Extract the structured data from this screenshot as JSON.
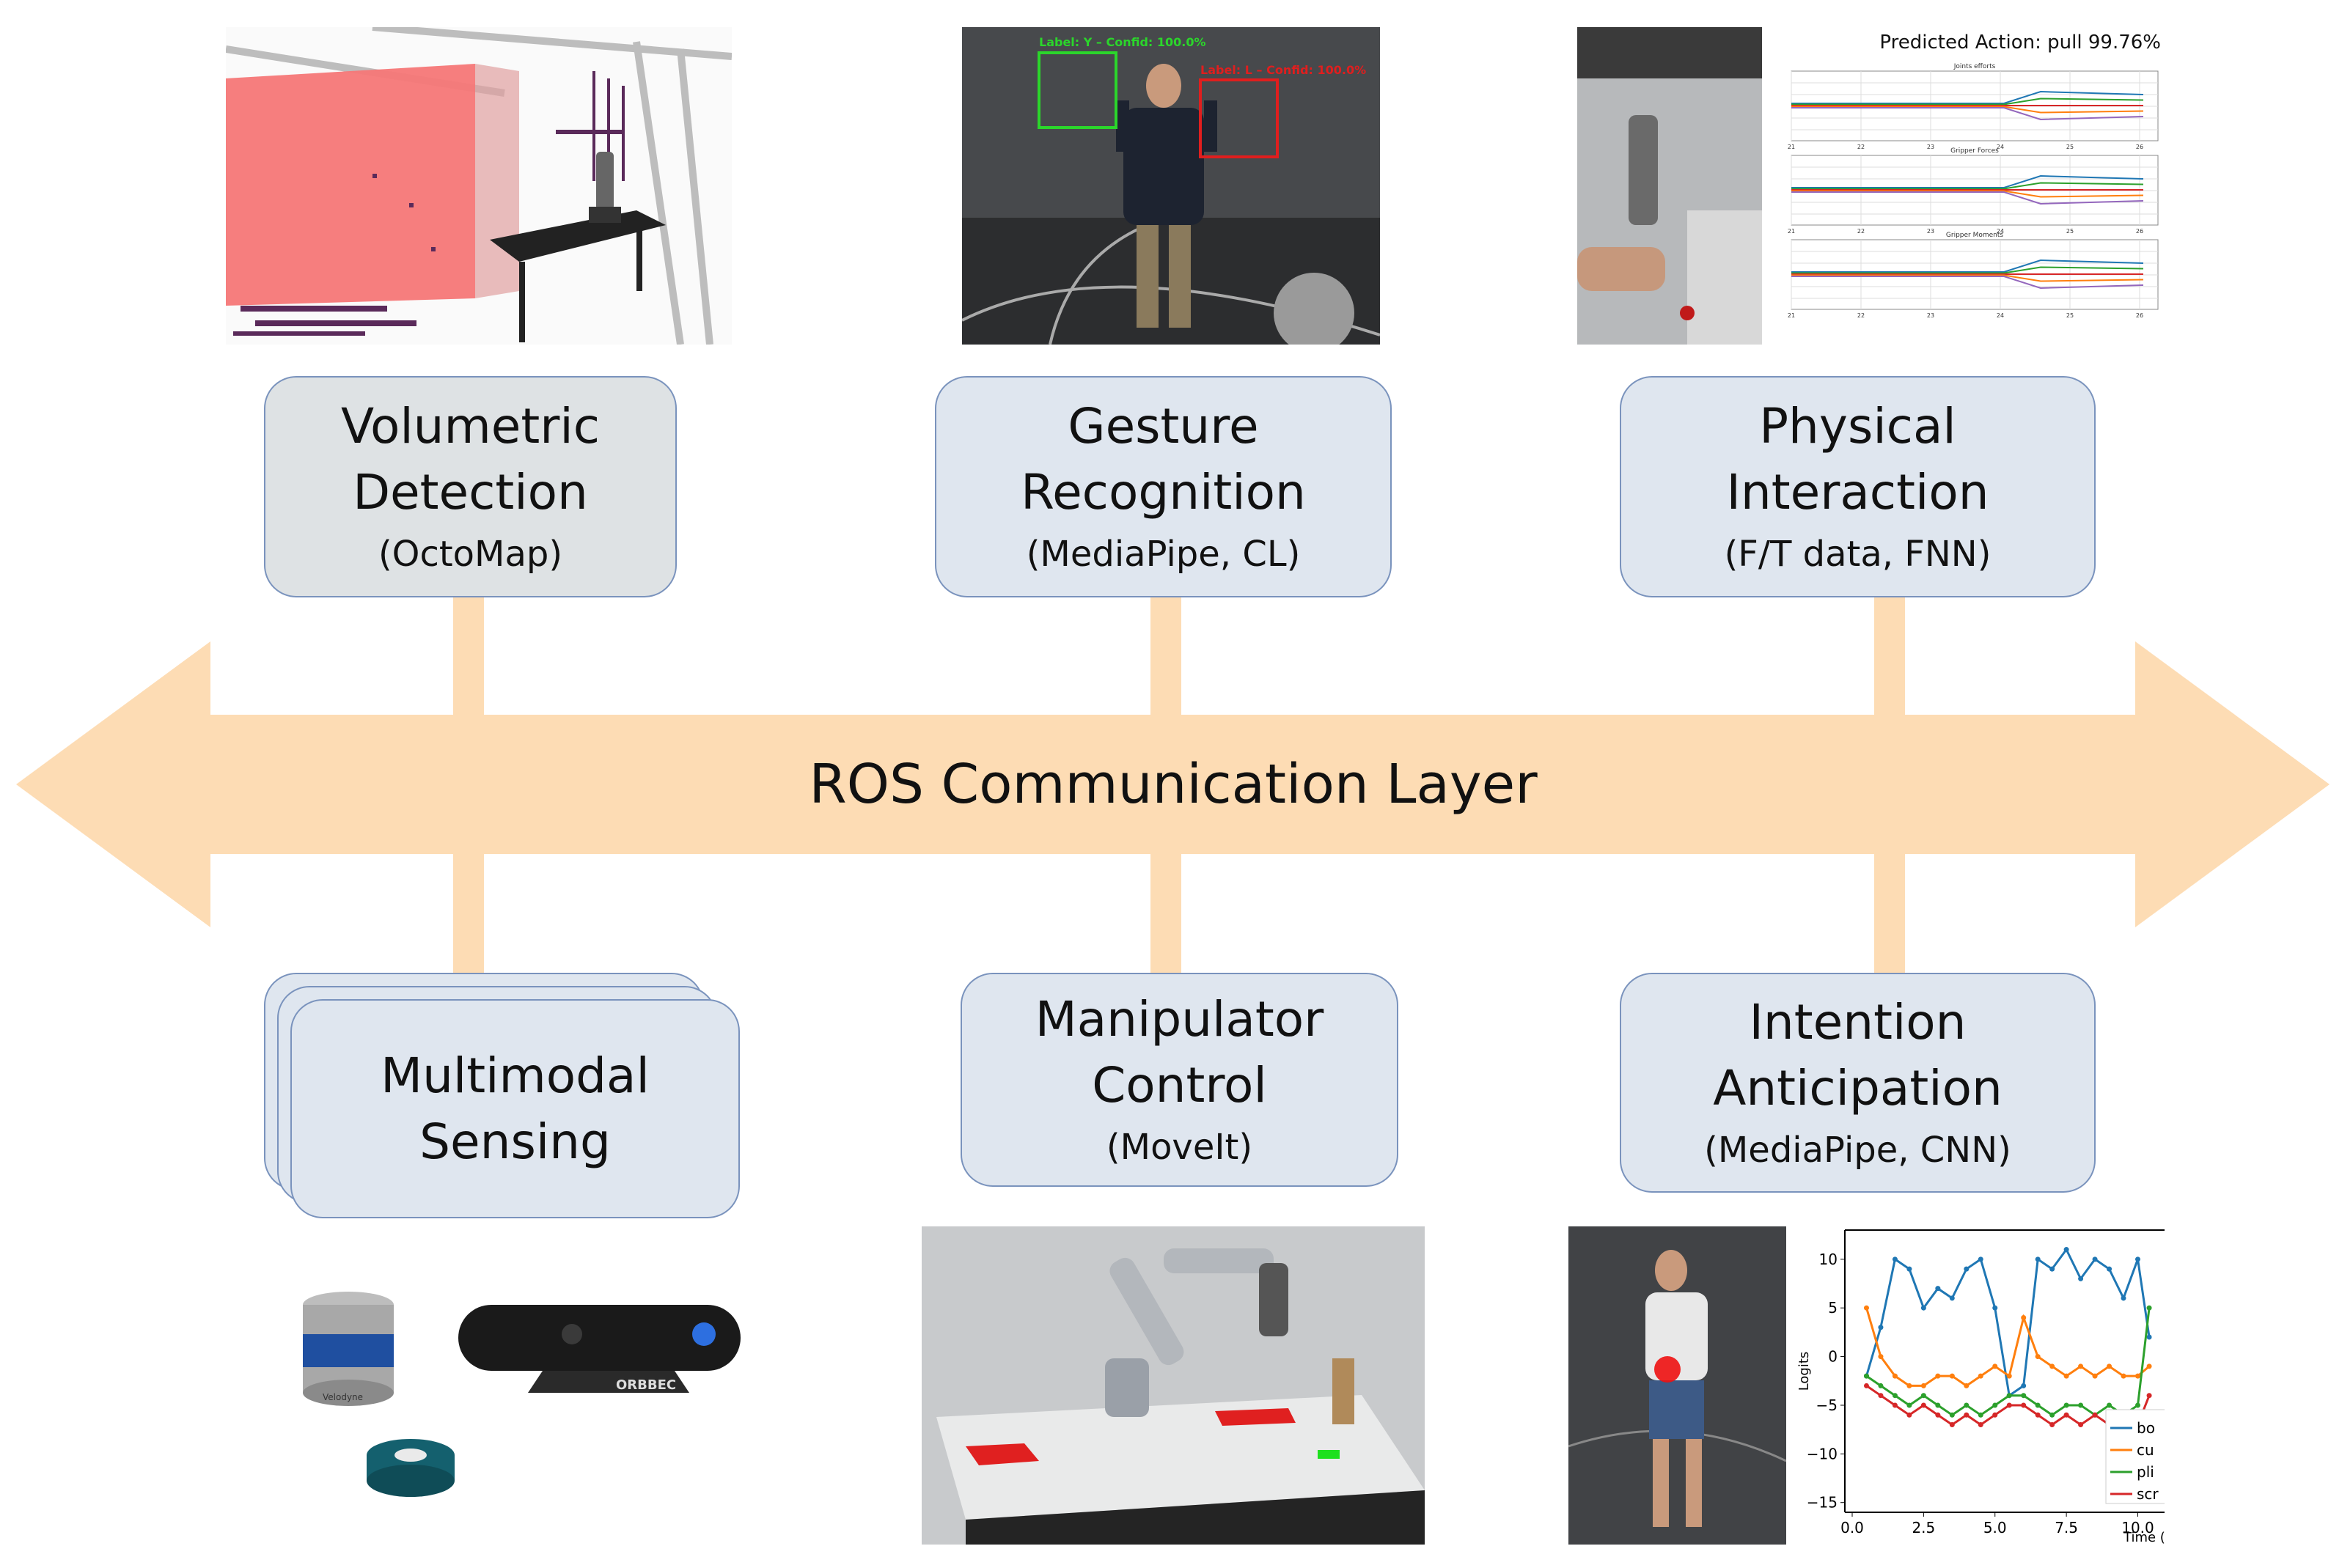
{
  "colors": {
    "arrow": "#fddcb4",
    "box_fill": "#dfe6ef",
    "box_fill_gray": "#dee2e4",
    "box_border": "#7a93bd"
  },
  "center_arrow": {
    "label": "ROS Communication Layer"
  },
  "modules_top": [
    {
      "title_l1": "Volumetric",
      "title_l2": "Detection",
      "subtitle": "(OctoMap)"
    },
    {
      "title_l1": "Gesture",
      "title_l2": "Recognition",
      "subtitle": "(MediaPipe, CL)"
    },
    {
      "title_l1": "Physical",
      "title_l2": "Interaction",
      "subtitle": "(F/T data, FNN)"
    }
  ],
  "modules_bottom": [
    {
      "title_l1": "Multimodal",
      "title_l2": "Sensing"
    },
    {
      "title_l1": "Manipulator",
      "title_l2": "Control",
      "subtitle": "(MoveIt)"
    },
    {
      "title_l1": "Intention",
      "title_l2": "Anticipation",
      "subtitle": "(MediaPipe, CNN)"
    }
  ],
  "gesture_panel": {
    "label_left": "Label: Y – Confid: 100.0%",
    "label_right": "Label: L – Confid: 100.0%"
  },
  "physical_panel": {
    "predicted": "Predicted Action: pull 99.76%",
    "sub_titles": [
      "Joints efforts",
      "Gripper Forces",
      "Gripper Moments"
    ],
    "x_ticks": [
      "21",
      "22",
      "23",
      "24",
      "25",
      "26"
    ]
  },
  "sensing_panel": {
    "camera_brand": "ORBBEC",
    "lidar_brand": "Velodyne"
  },
  "anticipation_chart": {
    "y_ticks": [
      "10",
      "5",
      "0",
      "−5",
      "−10",
      "−15"
    ],
    "x_ticks": [
      "0.0",
      "2.5",
      "5.0",
      "7.5",
      "10.0"
    ],
    "ylabel": "Logits",
    "xlabel": "Time (",
    "legend": [
      "bo",
      "cu",
      "pli",
      "scr"
    ],
    "series_colors": [
      "#1f77b4",
      "#ff7f0e",
      "#2ca02c",
      "#d62728"
    ]
  },
  "chart_data": {
    "type": "line",
    "xlabel": "Time (",
    "ylabel": "Logits",
    "xlim": [
      0,
      10.5
    ],
    "ylim": [
      -16,
      13
    ],
    "x": [
      0.5,
      1,
      1.5,
      2,
      2.5,
      3,
      3.5,
      4,
      4.5,
      5,
      5.5,
      6,
      6.5,
      7,
      7.5,
      8,
      8.5,
      9,
      9.5,
      10,
      10.4
    ],
    "series": [
      {
        "name": "bo",
        "values": [
          -2,
          3,
          10,
          9,
          5,
          7,
          6,
          9,
          10,
          5,
          -4,
          -3,
          10,
          9,
          11,
          8,
          10,
          9,
          6,
          10,
          2
        ]
      },
      {
        "name": "cu",
        "values": [
          5,
          0,
          -2,
          -3,
          -3,
          -2,
          -2,
          -3,
          -2,
          -1,
          -2,
          4,
          0,
          -1,
          -2,
          -1,
          -2,
          -1,
          -2,
          -2,
          -1
        ]
      },
      {
        "name": "pli",
        "values": [
          -2,
          -3,
          -4,
          -5,
          -4,
          -5,
          -6,
          -5,
          -6,
          -5,
          -4,
          -4,
          -5,
          -6,
          -5,
          -5,
          -6,
          -5,
          -6,
          -5,
          5
        ]
      },
      {
        "name": "scr",
        "values": [
          -3,
          -4,
          -5,
          -6,
          -5,
          -6,
          -7,
          -6,
          -7,
          -6,
          -5,
          -5,
          -6,
          -7,
          -6,
          -7,
          -6,
          -7,
          -6,
          -7,
          -4
        ]
      }
    ],
    "grid": false,
    "legend_position": "right, clipped"
  }
}
